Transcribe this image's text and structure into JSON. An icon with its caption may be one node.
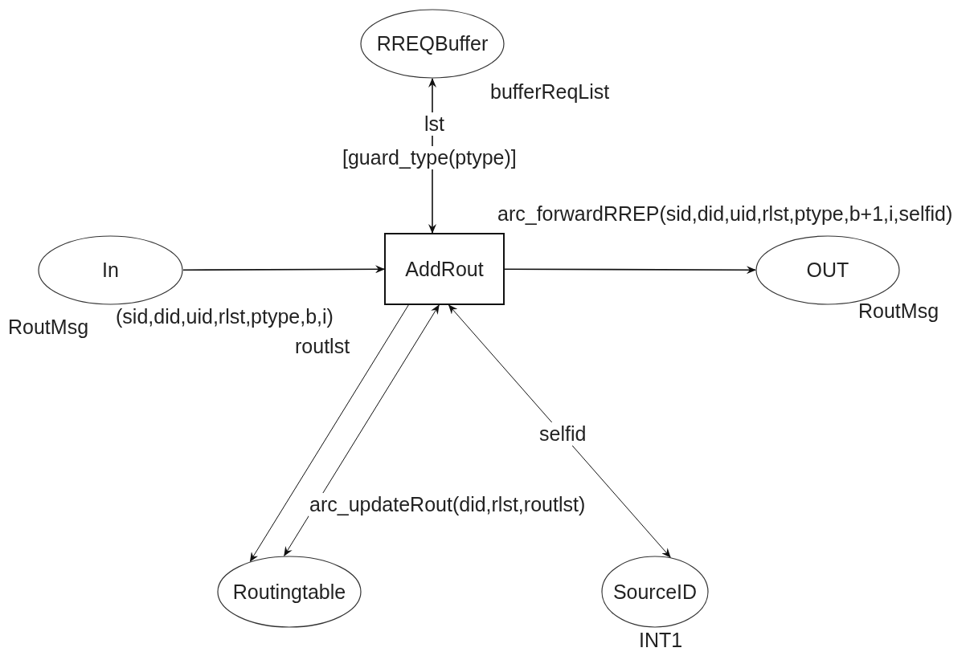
{
  "diagram": {
    "nodes": [
      {
        "text": [
          "RREQBuffer"
        ],
        "beside": [
          "bufferReqList"
        ]
      },
      {
        "text": [
          "In"
        ],
        "beside": [
          "RoutMsg"
        ]
      },
      {
        "text": [
          "AddRout"
        ]
      },
      {
        "text": [
          "OUT"
        ],
        "beside": [
          "RoutMsg"
        ]
      },
      {
        "text": [
          "Routingtable"
        ]
      },
      {
        "text": [
          "SourceID"
        ],
        "beside": [
          "INT1"
        ]
      }
    ],
    "edges": [
      {
        "from": 0,
        "to": 2,
        "arrow": "both",
        "label": "lst"
      },
      {
        "from": 1,
        "to": 2,
        "arrow": "to",
        "label": "(sid,did,uid,rlst,ptype,b,i)"
      },
      {
        "from": 2,
        "to": 3,
        "arrow": "to",
        "label": "arc_forwardRREP(sid,did,uid,rlst,ptype,b+1,i,selfid)"
      },
      {
        "from": 2,
        "to": 4,
        "arrow": "to",
        "label": "routlst"
      },
      {
        "from": 4,
        "to": 2,
        "arrow": "both",
        "label": "arc_updateRout(did,rlst,routlst)"
      },
      {
        "from": 2,
        "to": 5,
        "arrow": "both",
        "label": "selfid"
      }
    ],
    "labels": [
      "[guard_type(ptype)]"
    ]
  }
}
